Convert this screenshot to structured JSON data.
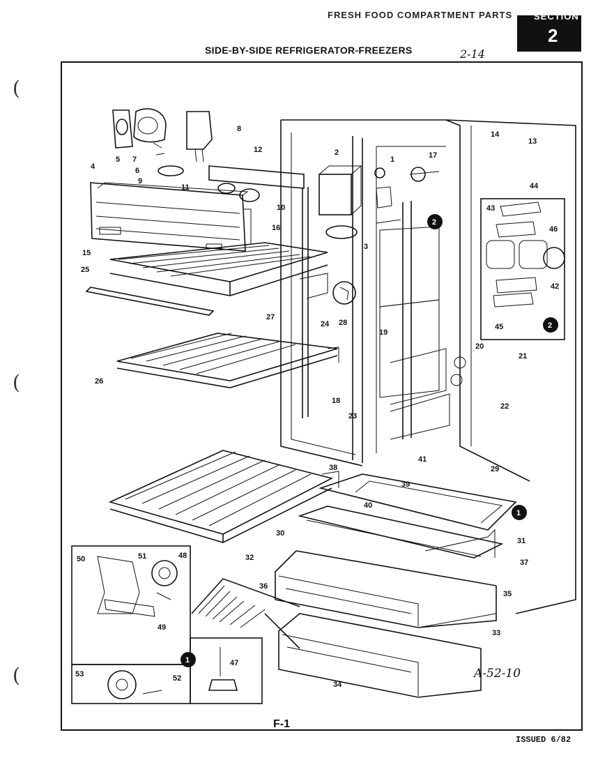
{
  "header": {
    "cut_text": "FRESH FOOD COMPARTMENT PARTS",
    "section_word": "SECTION",
    "section_number": "2",
    "title": "SIDE-BY-SIDE REFRIGERATOR-FREEZERS",
    "handwritten_note": "2-14"
  },
  "diagram": {
    "drawing_id": "A-52-10",
    "inset_markers": [
      "1",
      "2"
    ],
    "part_callouts": [
      "1",
      "2",
      "3",
      "4",
      "5",
      "6",
      "7",
      "8",
      "9",
      "10",
      "11",
      "12",
      "13",
      "14",
      "15",
      "16",
      "17",
      "18",
      "19",
      "20",
      "21",
      "22",
      "23",
      "24",
      "25",
      "26",
      "27",
      "28",
      "29",
      "30",
      "31",
      "32",
      "33",
      "34",
      "35",
      "36",
      "37",
      "38",
      "39",
      "40",
      "41",
      "42",
      "43",
      "44",
      "45",
      "46",
      "47",
      "48",
      "49",
      "50",
      "51",
      "52",
      "53"
    ]
  },
  "footer": {
    "page_code": "F-1",
    "issued": "ISSUED 6/82"
  }
}
